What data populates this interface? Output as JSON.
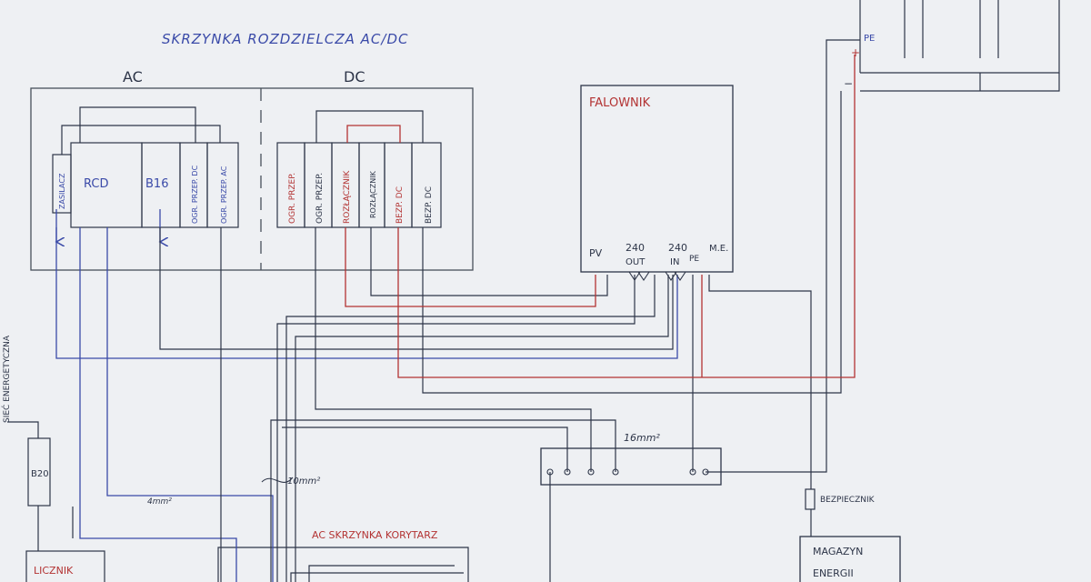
{
  "panel": {
    "title": "SKRZYNKA ROZDZIELCZA AC/DC",
    "ac_section": "AC",
    "dc_section": "DC"
  },
  "ac_modules": [
    {
      "label": "ZASILACZ"
    },
    {
      "label": "RCD"
    },
    {
      "label": "B16"
    },
    {
      "label": "OGR. PRZEP. DC"
    },
    {
      "label": "OGR. PRZEP. AC"
    }
  ],
  "dc_modules": [
    {
      "label": "OGR. PRZEP."
    },
    {
      "label": "OGR. PRZEP."
    },
    {
      "label": "ROZŁĄCZNIK"
    },
    {
      "label": "ROZŁĄCZNIK"
    },
    {
      "label": "BEZP. DC"
    },
    {
      "label": "BEZP. DC"
    }
  ],
  "inverter": {
    "title": "FALOWNIK",
    "terminals": {
      "pv": "PV",
      "out_num": "240",
      "out_label": "OUT",
      "in_num": "240",
      "in_label": "IN",
      "pe": "PE",
      "me": "M.E."
    }
  },
  "pv_array": {
    "pe_label": "PE",
    "plus": "+",
    "minus": "−"
  },
  "ground_bar": {
    "cable_label": "16mm²"
  },
  "grid": {
    "label": "SIEĆ ENERGETYCZNA",
    "breaker": "B20",
    "meter": "LICZNIK"
  },
  "cable_10mm": "10mm²",
  "cable_4mm": "4mm²",
  "corridor_box": {
    "title": "AC SKRZYNKA KORYTARZ"
  },
  "fuse": {
    "label": "BEZPIECZNIK"
  },
  "storage": {
    "line1": "MAGAZYN",
    "line2": "ENERGII"
  },
  "colors": {
    "blue": "#3a4aa8",
    "red": "#b33333",
    "ink": "#2d3548",
    "grey": "#47505c",
    "board": "#eef0f3"
  }
}
